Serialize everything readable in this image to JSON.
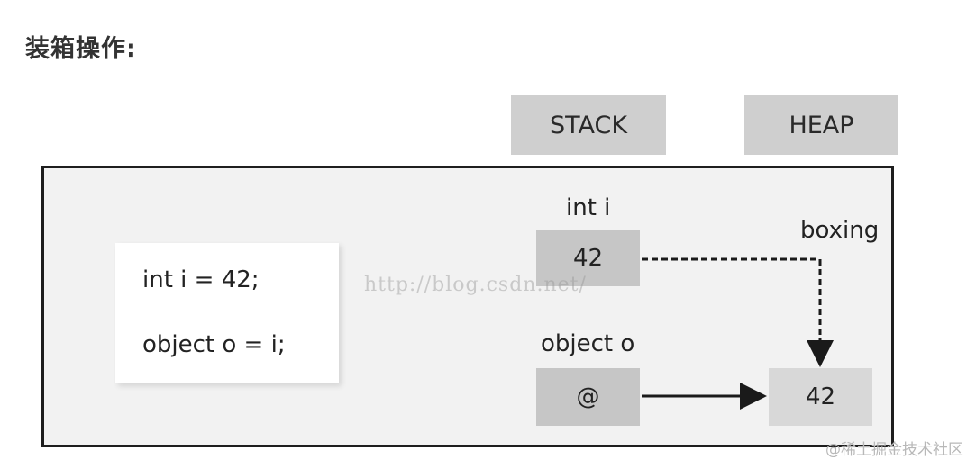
{
  "heading": "装箱操作:",
  "labels": {
    "stack": "STACK",
    "heap": "HEAP"
  },
  "code": {
    "line1": "int i = 42;",
    "line2": "object o = i;"
  },
  "stack": {
    "int_label": "int i",
    "int_value": "42",
    "obj_label": "object o",
    "obj_value": "@"
  },
  "heap": {
    "value": "42"
  },
  "boxing_label": "boxing",
  "watermark": "http://blog.csdn.net/",
  "footer_credit": "@稀土掘金技术社区"
}
